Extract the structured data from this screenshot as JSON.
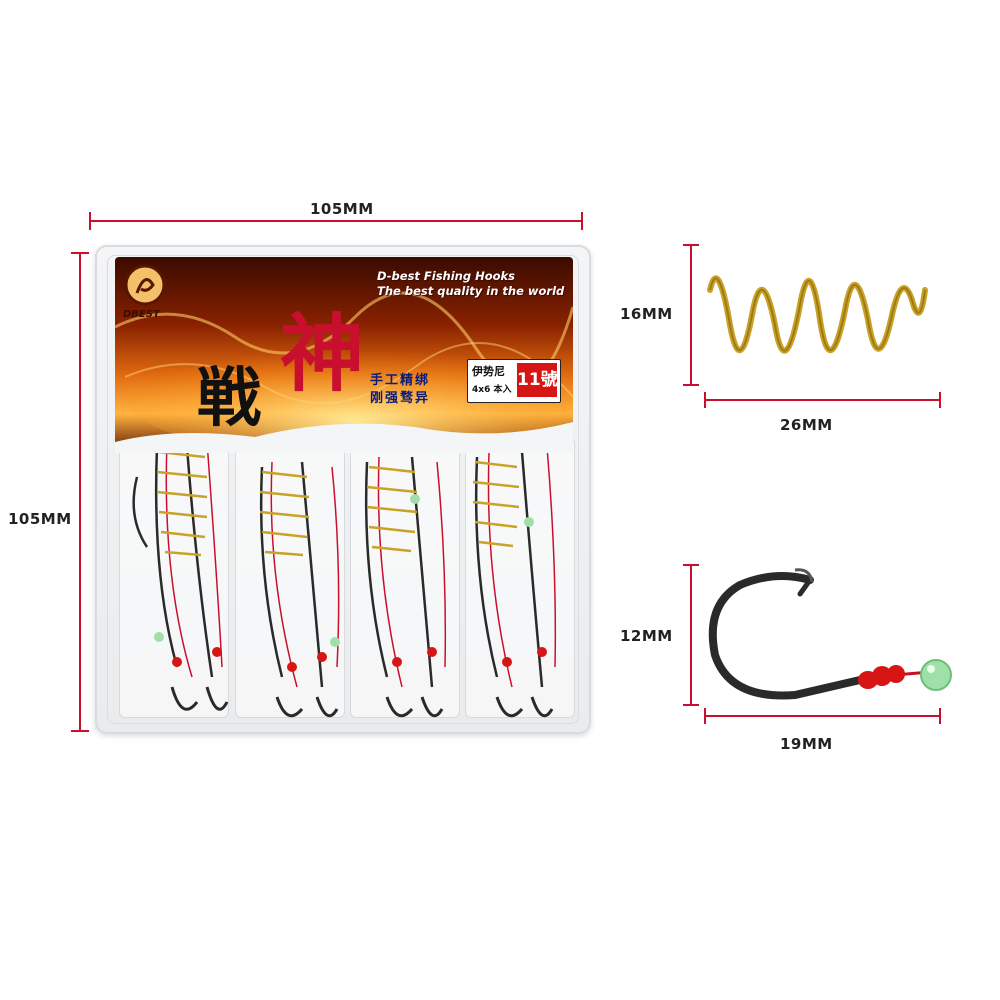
{
  "dimensions": {
    "box_width": "105MM",
    "box_height": "105MM",
    "spring_height": "16MM",
    "spring_width": "26MM",
    "hook_height": "12MM",
    "hook_width": "19MM"
  },
  "package": {
    "brand": "DBEST",
    "tagline_1": "D-best Fishing Hooks",
    "tagline_2": "The best quality in the world",
    "char_1": "戦",
    "char_2": "神",
    "slogan_1": "手工精绑",
    "slogan_2": "刚强骛异",
    "hook_type": "伊势尼",
    "count": "4x6 本入",
    "size": "11號"
  },
  "colors": {
    "measure_line": "#c8102e",
    "spring_gold": "#c9a227",
    "hook_metal": "#2a2a2a",
    "thread_red": "#d71515",
    "bead_green": "#9fe0a8"
  }
}
